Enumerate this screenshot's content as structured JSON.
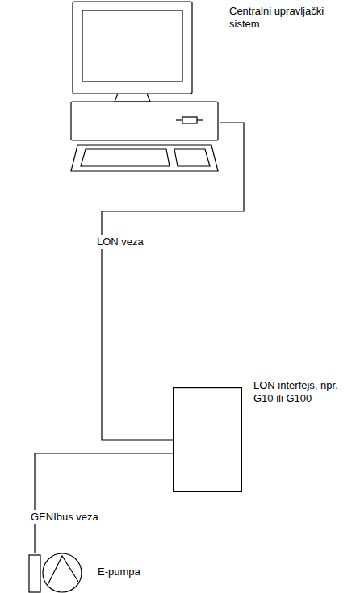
{
  "diagram": {
    "nodes": [
      {
        "text": [
          "Centralni upravljački sistem"
        ]
      },
      {
        "text": [
          "LON interfejs, npr. G10 ili G100"
        ]
      },
      {
        "text": [
          "E-pumpa"
        ]
      }
    ],
    "edges": [
      {
        "from": 0,
        "to": 1,
        "arrow": "none",
        "label": "LON veza"
      },
      {
        "from": 1,
        "to": 2,
        "arrow": "none",
        "label": "GENIbus veza"
      }
    ]
  }
}
